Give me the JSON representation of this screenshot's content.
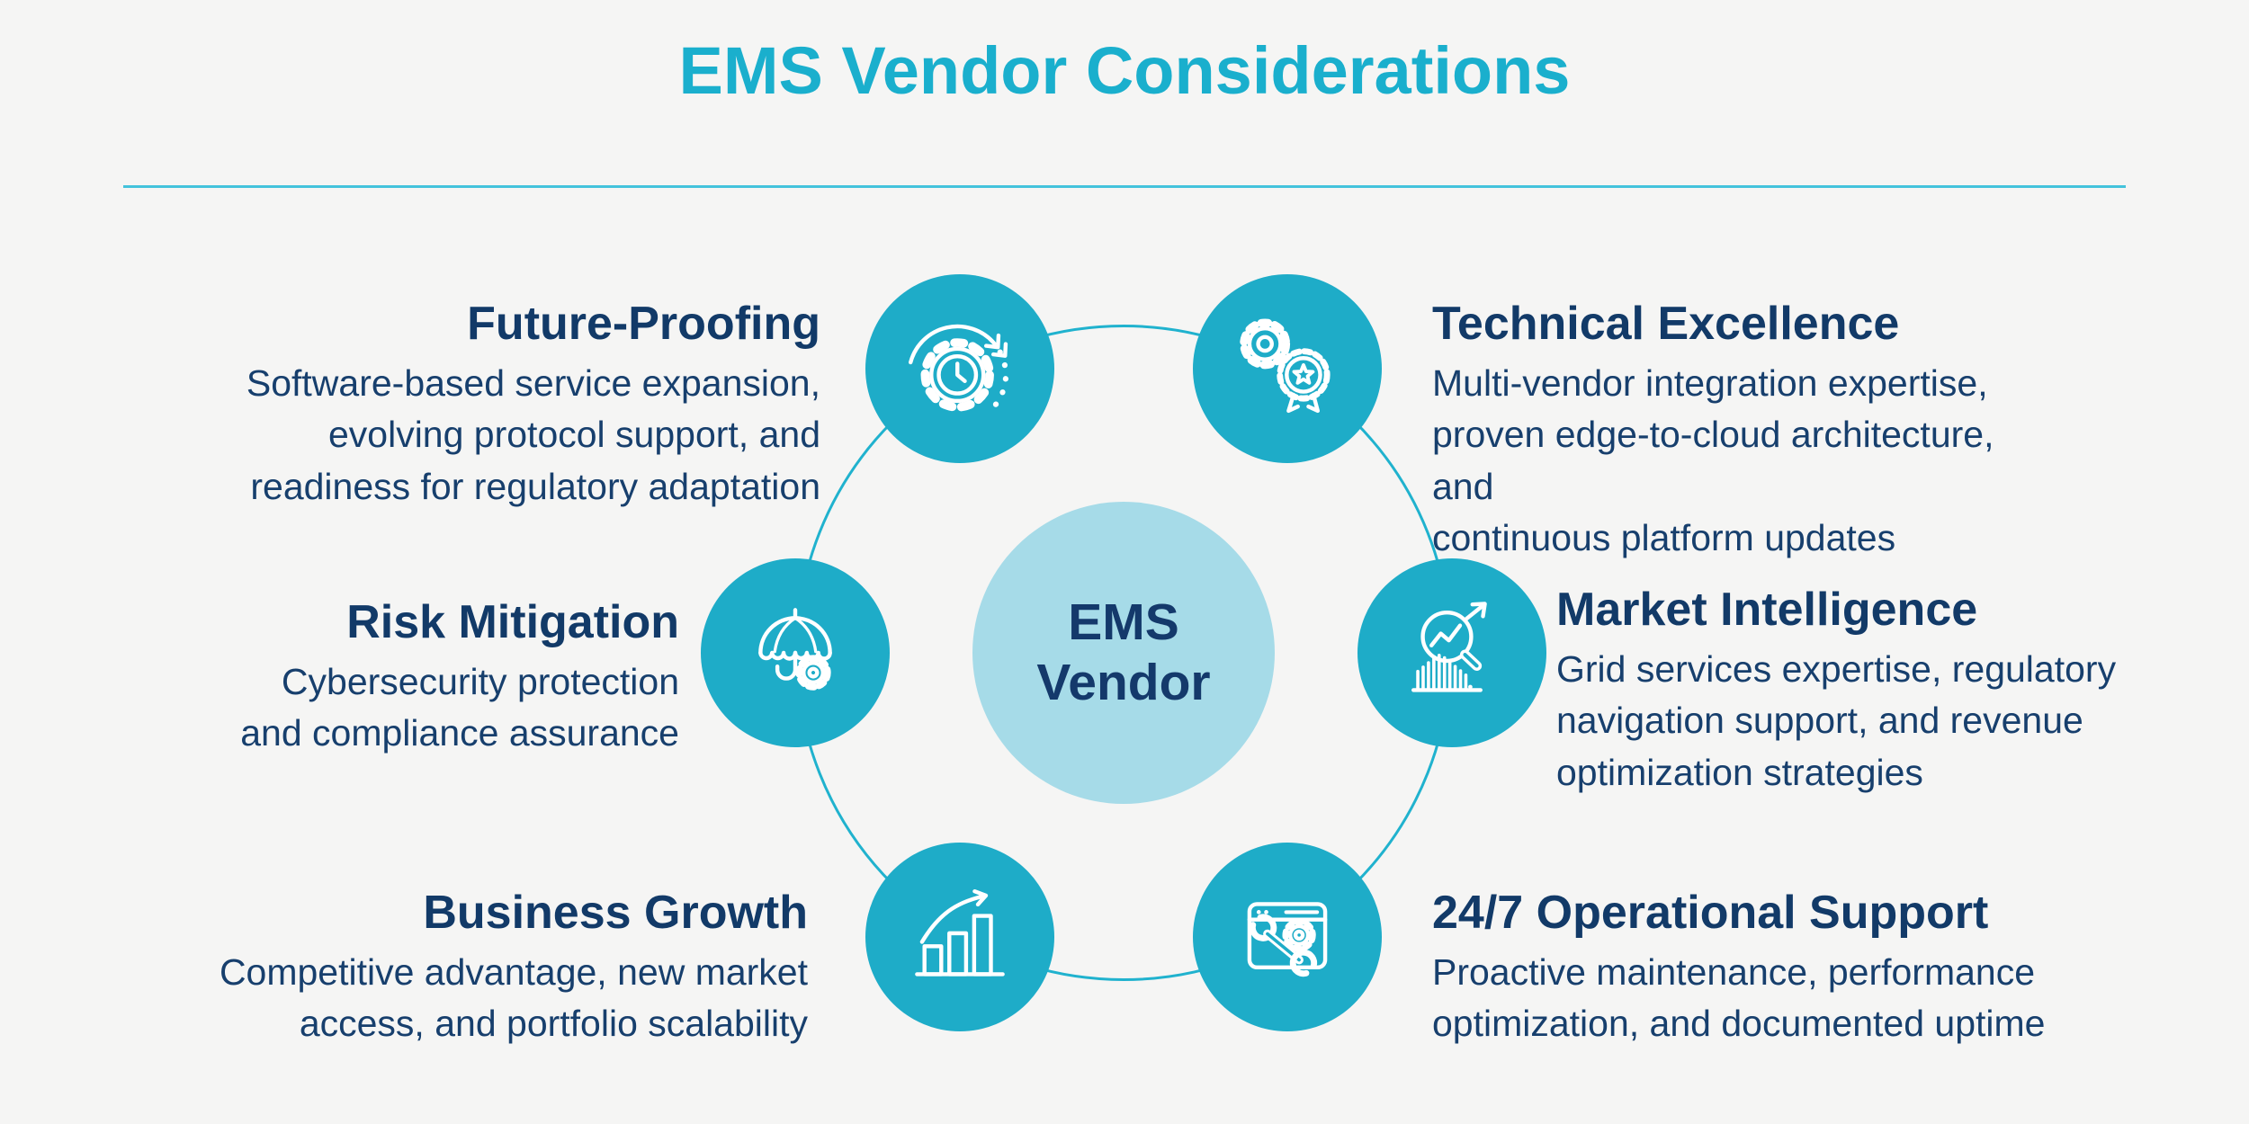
{
  "title": "EMS Vendor Considerations",
  "center": {
    "label": "EMS\nVendor"
  },
  "items": [
    {
      "id": "future-proofing",
      "icon": "clock-gear-cycle-icon",
      "title": "Future-Proofing",
      "description": "Software-based service expansion,\nevolving protocol support, and\nreadiness for regulatory adaptation"
    },
    {
      "id": "technical-excellence",
      "icon": "gear-award-badge-icon",
      "title": "Technical Excellence",
      "description": "Multi-vendor integration expertise,\nproven edge-to-cloud architecture, and\ncontinuous platform updates"
    },
    {
      "id": "risk-mitigation",
      "icon": "umbrella-gear-icon",
      "title": "Risk Mitigation",
      "description": "Cybersecurity protection\nand compliance assurance"
    },
    {
      "id": "market-intelligence",
      "icon": "magnifier-chart-arrow-icon",
      "title": "Market Intelligence",
      "description": "Grid services expertise, regulatory\nnavigation support, and revenue\noptimization strategies"
    },
    {
      "id": "business-growth",
      "icon": "bar-chart-growth-arrow-icon",
      "title": "Business Growth",
      "description": "Competitive advantage, new market\naccess, and portfolio scalability"
    },
    {
      "id": "operational-support",
      "icon": "browser-wrench-gear-icon",
      "title": "24/7 Operational Support",
      "description": "Proactive maintenance, performance\noptimization, and documented uptime"
    }
  ],
  "colors": {
    "background": "#F5F5F4",
    "title_cyan": "#1AAFCD",
    "divider_cyan": "#44C3DC",
    "circle_teal": "#1EACC8",
    "ring_teal": "#20B2CE",
    "center_light_blue": "#A6DBE8",
    "heading_navy": "#123A68",
    "body_navy": "#173F6D",
    "icon_stroke": "#FFFFFF"
  }
}
